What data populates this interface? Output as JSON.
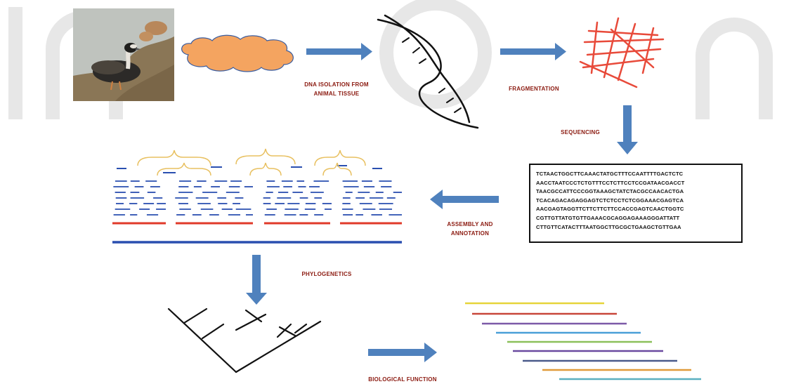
{
  "labels": {
    "dna_isolation_line1": "DNA ISOLATION FROM",
    "dna_isolation_line2": "ANIMAL TISSUE",
    "fragmentation": "FRAGMENTATION",
    "sequencing": "SEQUENCING",
    "assembly_line1": "ASSEMBLY AND",
    "assembly_line2": "ANNOTATION",
    "phylogenetics": "PHYLOGENETICS",
    "biological_function": "BIOLOGICAL FUNCTION"
  },
  "sequence_lines": [
    "TCTAACTGGCTTCAAACTATGCTTTCCAATTTTGACTCTC",
    "AACCTAATCCCTCTGTTTCCTCTTCCTCCGATAACGACCT",
    "TAACGCCATTCCCGGTAAAGCTATCTACGCCAACACTGA",
    "TCACAGACAGAGGAGTCTCTCCTCTCGGAAACGAGTCA",
    "AACGAGTAGGTTCTTCTTCTTCCACCGAGTCAACTGGTC",
    "CGTTGTTATGTGTTGAAACGCAGGAGAAAGGGATTATT",
    "CTTGTTCATACTTTAATGGCTTGCGCTGAAGCTGTTGAA"
  ],
  "colors": {
    "arrow": "#4f81bd",
    "cloud": "#f4a460",
    "fragment": "#e84a3a",
    "label_text": "#8b1a10",
    "read_blue": "#2a4fb0",
    "read_red": "#e03a2a",
    "brace": "#e8c060",
    "watermark": "#e7e7e7"
  },
  "icons": {
    "photo": "duck-photo",
    "cloud": "dna-cloud-icon",
    "helix": "dna-helix-icon",
    "fragments": "dna-fragments-icon",
    "tree": "phylogenetic-tree-icon",
    "function_lines": "colored-lines-icon"
  }
}
